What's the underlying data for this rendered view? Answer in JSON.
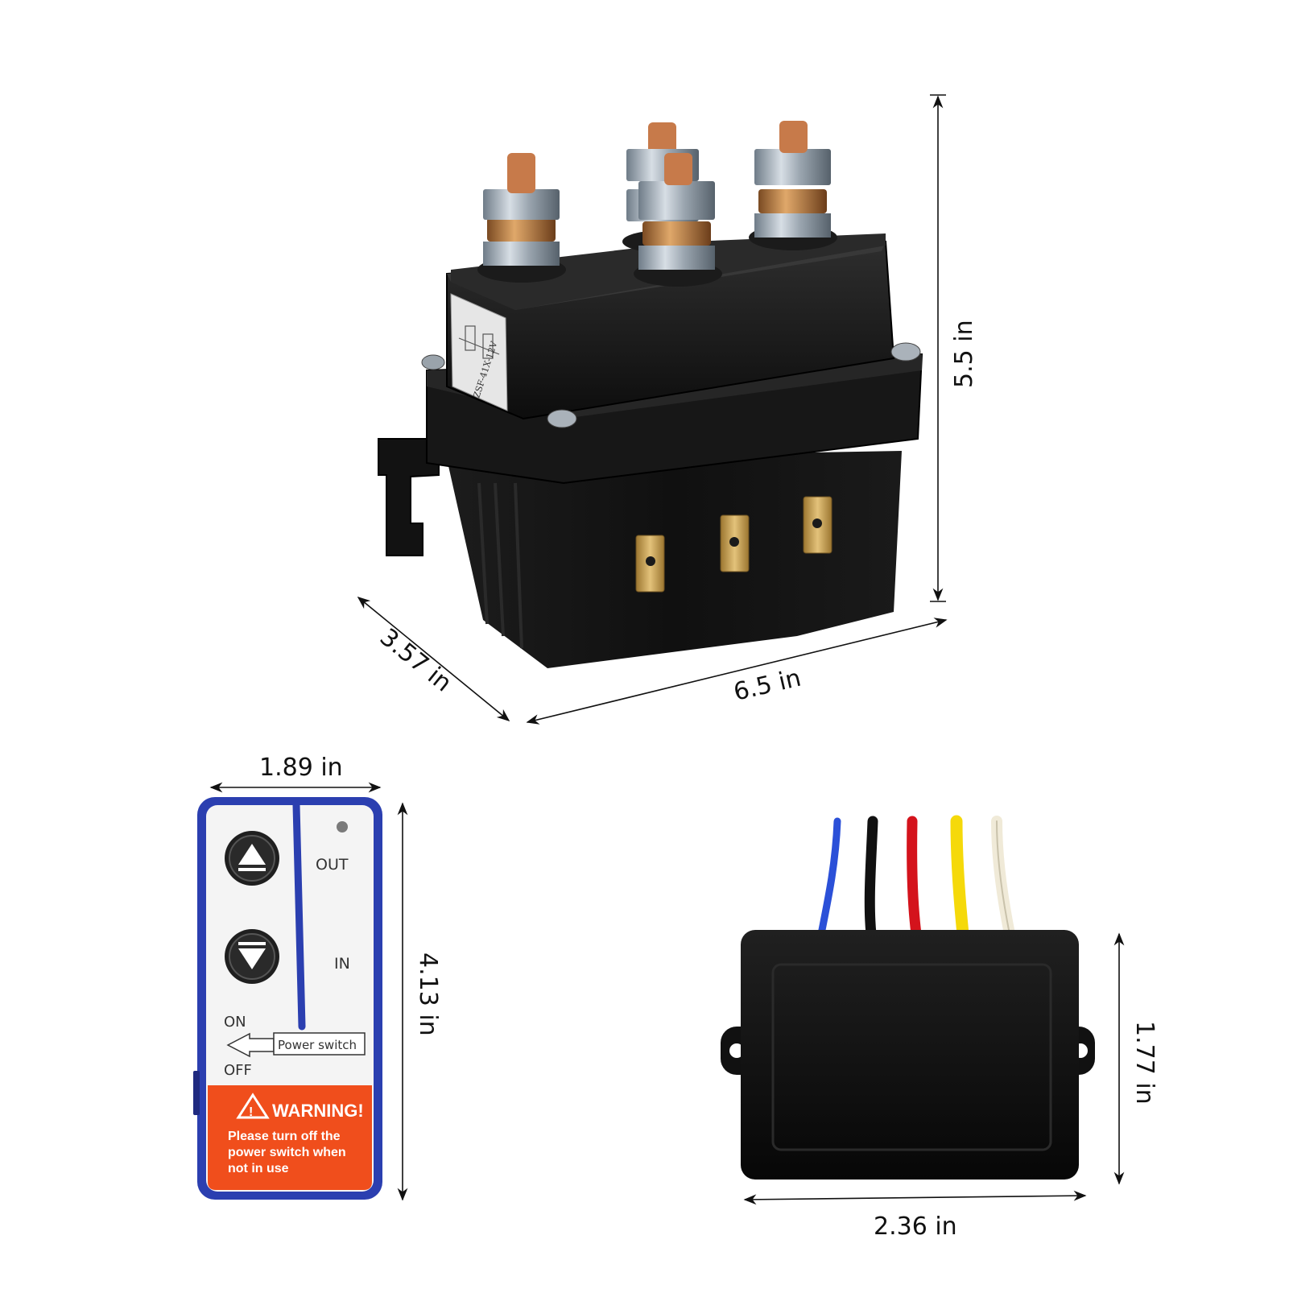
{
  "dimensions": {
    "contactor_height": "5.5 in",
    "contactor_depth": "3.57 in",
    "contactor_width": "6.5 in",
    "remote_width": "1.89 in",
    "remote_height": "4.13 in",
    "receiver_width": "2.36 in",
    "receiver_height": "1.77 in"
  },
  "remote": {
    "out_label": "OUT",
    "in_label": "IN",
    "on_label": "ON",
    "off_label": "OFF",
    "power_switch_label": "Power switch",
    "warning_title": "WARNING!",
    "warning_line1": "Please turn off the",
    "warning_line2": "power switch when",
    "warning_line3": "not in use"
  },
  "contactor": {
    "label_text": "ZSF-41X-12V"
  },
  "colors": {
    "remote_border": "#2b3fb0",
    "warning_orange": "#f04e1c",
    "contactor_body": "#141414",
    "copper": "#c77a4a",
    "terminal_gold": "#c8a15a"
  },
  "wires": [
    "blue",
    "black",
    "red",
    "yellow",
    "white"
  ]
}
